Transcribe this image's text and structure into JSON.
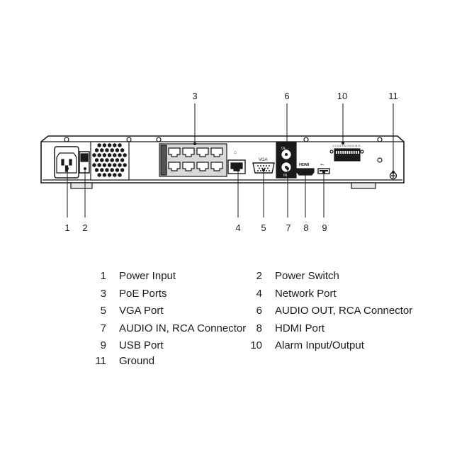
{
  "callouts": {
    "top": [
      "3",
      "6",
      "10",
      "11"
    ],
    "bottom": [
      "1",
      "2",
      "4",
      "5",
      "7",
      "8",
      "9"
    ]
  },
  "panel_labels": {
    "vga": "VGA",
    "hdmi": "HDMI",
    "audio_out": "OUT",
    "audio_in": "IN"
  },
  "legend": [
    {
      "num": "1",
      "text": "Power Input"
    },
    {
      "num": "2",
      "text": "Power Switch"
    },
    {
      "num": "3",
      "text": "PoE Ports"
    },
    {
      "num": "4",
      "text": "Network Port"
    },
    {
      "num": "5",
      "text": "VGA Port"
    },
    {
      "num": "6",
      "text": "AUDIO OUT, RCA Connector"
    },
    {
      "num": "7",
      "text": "AUDIO IN, RCA Connector"
    },
    {
      "num": "8",
      "text": "HDMI Port"
    },
    {
      "num": "9",
      "text": "USB Port"
    },
    {
      "num": "10",
      "text": "Alarm Input/Output"
    },
    {
      "num": "11",
      "text": "Ground"
    }
  ]
}
